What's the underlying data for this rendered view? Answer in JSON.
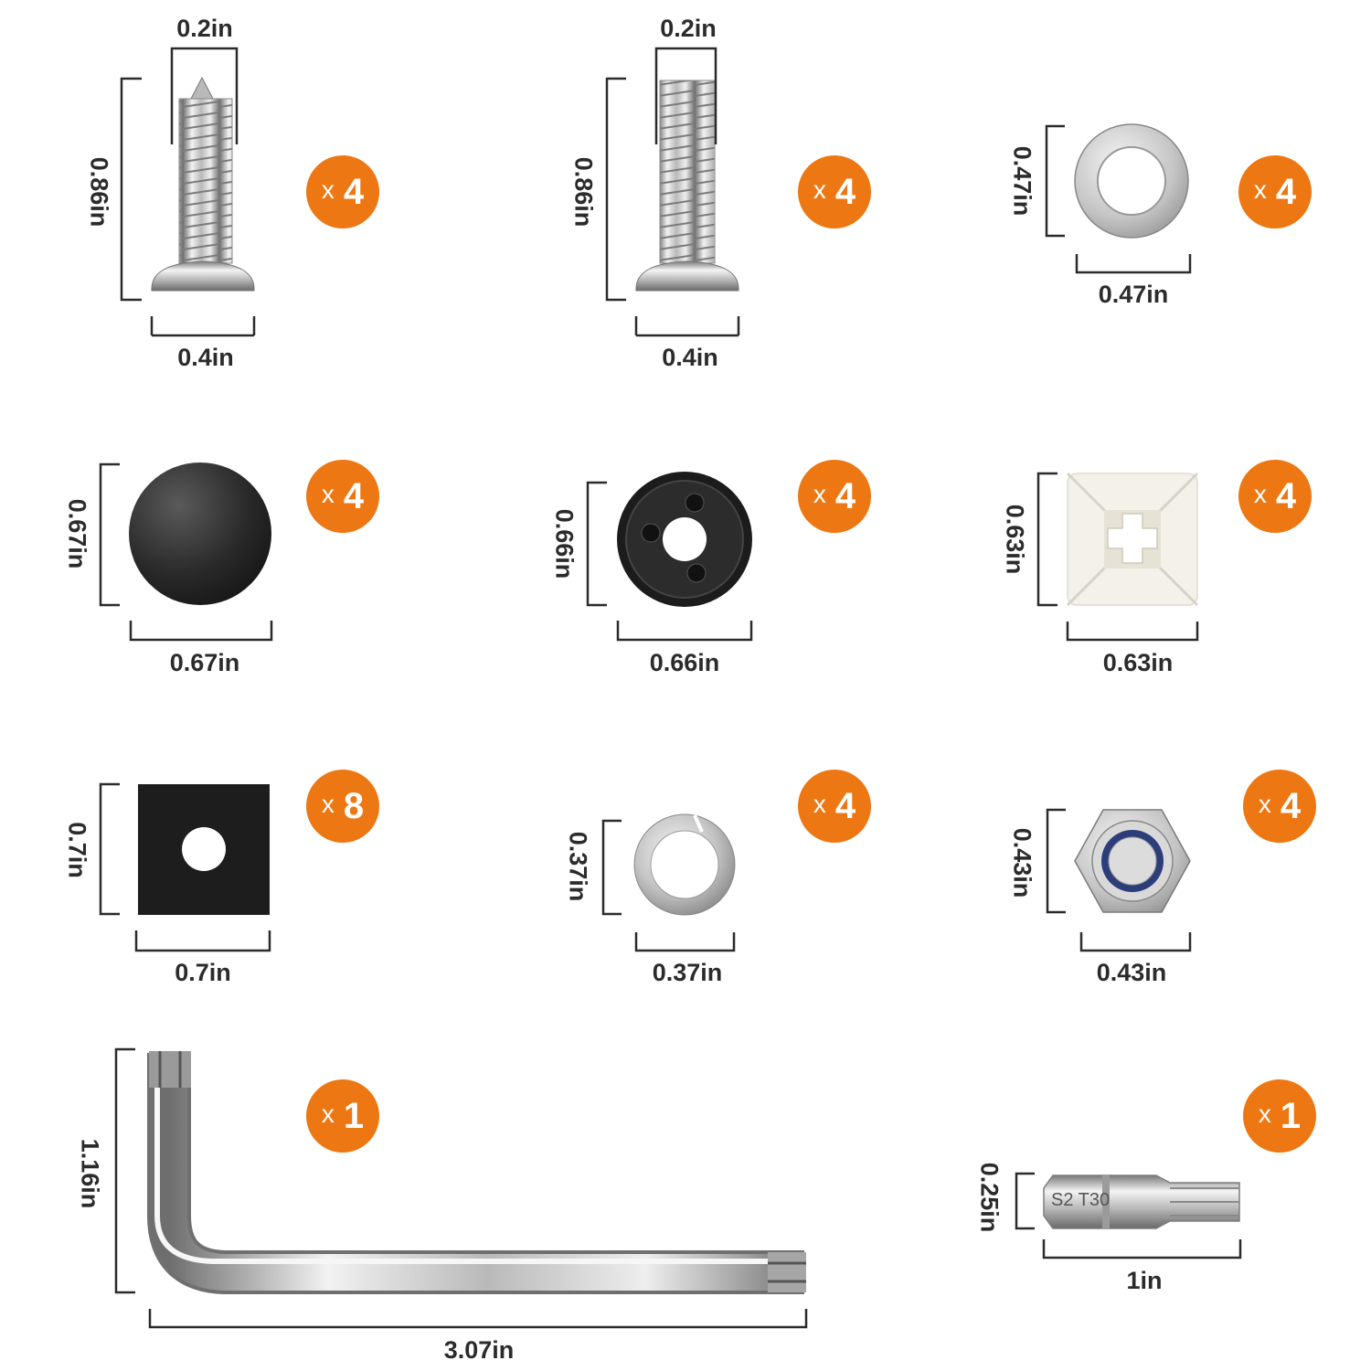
{
  "colors": {
    "badge": "#ED7712",
    "bracket": "#2b2b2b",
    "steel_light": "#f2f2f2",
    "steel_mid": "#b9b9b9",
    "steel_dark": "#6e6e6e",
    "cap_black": "#2a2a2a",
    "nylon_white": "#f3f1ea",
    "nut_insert_blue": "#2c3e7a"
  },
  "badge_prefix": "x",
  "parts": [
    {
      "id": "tapping-screw",
      "icon": "tapping-screw-icon",
      "quantity": "4",
      "dims": [
        "0.2in",
        "0.86in",
        "0.4in"
      ]
    },
    {
      "id": "machine-screw",
      "icon": "machine-screw-icon",
      "quantity": "4",
      "dims": [
        "0.2in",
        "0.86in",
        "0.4in"
      ]
    },
    {
      "id": "flat-washer",
      "icon": "flat-washer-icon",
      "quantity": "4",
      "dims": [
        "0.47in",
        "0.47in"
      ]
    },
    {
      "id": "screw-cap",
      "icon": "screw-cap-icon",
      "quantity": "4",
      "dims": [
        "0.67in",
        "0.67in"
      ]
    },
    {
      "id": "cap-base",
      "icon": "cap-base-icon",
      "quantity": "4",
      "dims": [
        "0.66in",
        "0.66in"
      ]
    },
    {
      "id": "plastic-anchor",
      "icon": "plastic-anchor-icon",
      "quantity": "4",
      "dims": [
        "0.63in",
        "0.63in"
      ]
    },
    {
      "id": "foam-pad",
      "icon": "foam-pad-icon",
      "quantity": "8",
      "dims": [
        "0.7in",
        "0.7in"
      ]
    },
    {
      "id": "lock-washer",
      "icon": "lock-washer-icon",
      "quantity": "4",
      "dims": [
        "0.37in",
        "0.37in"
      ]
    },
    {
      "id": "lock-nut",
      "icon": "lock-nut-icon",
      "quantity": "4",
      "dims": [
        "0.43in",
        "0.43in"
      ]
    },
    {
      "id": "torx-wrench",
      "icon": "torx-wrench-icon",
      "quantity": "1",
      "dims": [
        "1.16in",
        "3.07in"
      ]
    },
    {
      "id": "torx-bit",
      "icon": "torx-bit-icon",
      "quantity": "1",
      "dims": [
        "0.25in",
        "1in"
      ],
      "bit_marking": "S2 T30"
    }
  ]
}
